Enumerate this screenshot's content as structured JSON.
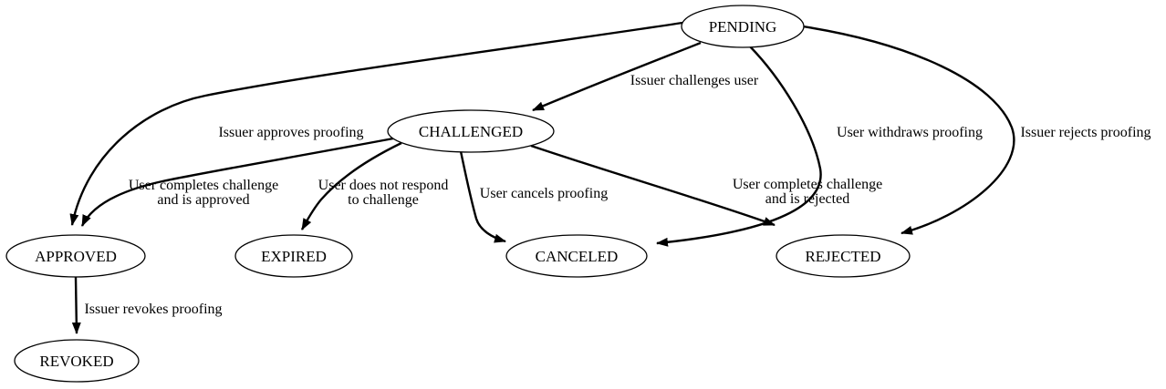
{
  "diagram": {
    "background_color": "#ffffff",
    "line_color": "#000000",
    "nodes": {
      "pending": {
        "label": "PENDING"
      },
      "challenged": {
        "label": "CHALLENGED"
      },
      "approved": {
        "label": "APPROVED"
      },
      "expired": {
        "label": "EXPIRED"
      },
      "canceled": {
        "label": "CANCELED"
      },
      "rejected": {
        "label": "REJECTED"
      },
      "revoked": {
        "label": "REVOKED"
      }
    },
    "edges": {
      "pending_challenged": {
        "from": "PENDING",
        "to": "CHALLENGED",
        "label": "Issuer challenges user"
      },
      "pending_approved": {
        "from": "PENDING",
        "to": "APPROVED",
        "label": "Issuer approves proofing"
      },
      "pending_canceled": {
        "from": "PENDING",
        "to": "CANCELED",
        "label": "User withdraws proofing"
      },
      "pending_rejected": {
        "from": "PENDING",
        "to": "REJECTED",
        "label": "Issuer rejects proofing"
      },
      "challenged_approved": {
        "from": "CHALLENGED",
        "to": "APPROVED",
        "label_line1": "User completes challenge",
        "label_line2": "and is approved"
      },
      "challenged_expired": {
        "from": "CHALLENGED",
        "to": "EXPIRED",
        "label_line1": "User does not respond",
        "label_line2": "to challenge"
      },
      "challenged_canceled": {
        "from": "CHALLENGED",
        "to": "CANCELED",
        "label": "User cancels proofing"
      },
      "challenged_rejected": {
        "from": "CHALLENGED",
        "to": "REJECTED",
        "label_line1": "User completes challenge",
        "label_line2": "and is rejected"
      },
      "approved_revoked": {
        "from": "APPROVED",
        "to": "REVOKED",
        "label": "Issuer revokes proofing"
      }
    }
  }
}
